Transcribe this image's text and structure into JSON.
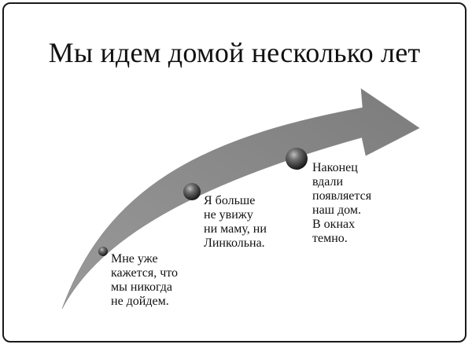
{
  "slide": {
    "title": "Мы идем домой несколько лет"
  },
  "diagram": {
    "arrow_color": "#8a8a8a",
    "sphere_color": "#333333",
    "steps": [
      {
        "text": "Мне уже\nкажется, что\nмы никогда\nне дойдем."
      },
      {
        "text": "Я больше\nне увижу\nни маму, ни\nЛинкольна."
      },
      {
        "text": "Наконец\nвдали\nпоявляется\nнаш дом.\nВ окнах\nтемно."
      }
    ]
  }
}
